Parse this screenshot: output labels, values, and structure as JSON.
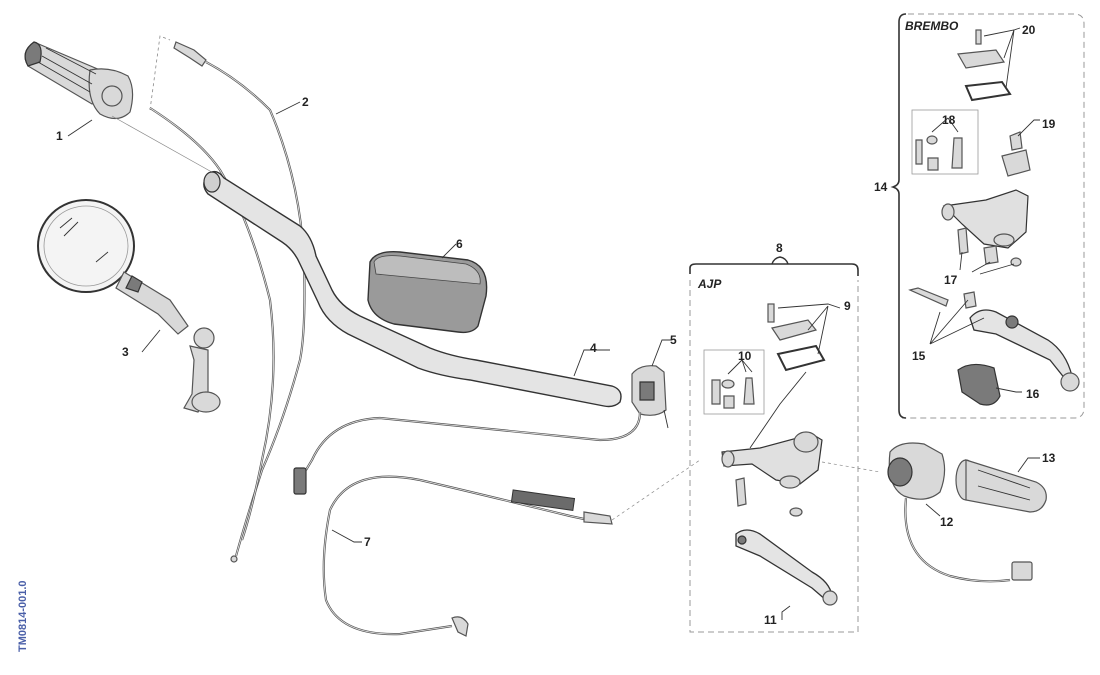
{
  "diagram": {
    "doc_code": "TM0814-001.0",
    "groups": {
      "ajp": "AJP",
      "brembo": "BREMBO"
    },
    "callouts": {
      "c1": "1",
      "c2": "2",
      "c3": "3",
      "c4": "4",
      "c5": "5",
      "c6": "6",
      "c7": "7",
      "c8": "8",
      "c9": "9",
      "c10": "10",
      "c11": "11",
      "c12": "12",
      "c13": "13",
      "c14": "14",
      "c15": "15",
      "c16": "16",
      "c17": "17",
      "c18": "18",
      "c19": "19",
      "c20": "20"
    }
  }
}
